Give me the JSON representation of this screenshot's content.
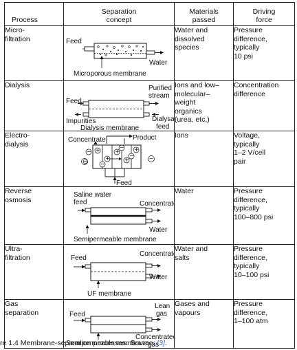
{
  "table": {
    "headers": {
      "process": "Process",
      "concept": "Separation\nconcept",
      "materials": "Materials\npassed",
      "force": "Driving\nforce"
    },
    "rows": [
      {
        "process": "Micro-\nfiltration",
        "materials": "Water and\ndissolved\nspecies",
        "force": "Pressure\ndifference,\ntypically\n10 psi",
        "labels": {
          "feed": "Feed",
          "water": "Water",
          "membrane": "Microporous membrane"
        }
      },
      {
        "process": "Dialysis",
        "materials": "Ions and low–\nmolecular–\nweight\norganics\n(urea, etc,)",
        "force": "Concentration\ndifference",
        "labels": {
          "feed": "Feed",
          "purified1": "Purified",
          "purified2": "stream",
          "impurities": "Impurities",
          "dialysate1": "Dialysate",
          "dialysate2": "feed",
          "membrane": "Dialysis membrane"
        }
      },
      {
        "process": "Electro-\ndialysis",
        "materials": "Ions",
        "force": "Voltage,\ntypically\n1–2 V/cell\npair",
        "labels": {
          "concentrate": "Concentrate",
          "product": "Product",
          "feed": "Feed"
        }
      },
      {
        "process": "Reverse\nosmosis",
        "materials": "Water",
        "force": "Pressure\ndifference,\ntypically\n100–800 psi",
        "labels": {
          "saline1": "Saline water",
          "saline2": "feed",
          "concentrate": "Concentrate",
          "water": "Water",
          "membrane": "Semipermeable membrane"
        }
      },
      {
        "process": "Ultra-\nfiltration",
        "materials": "Water and\nsalts",
        "force": "Pressure\ndifference,\ntypically\n10–100 psi",
        "labels": {
          "feed": "Feed",
          "concentrate": "Concentrate",
          "water": "Water",
          "membrane": "UF membrane"
        }
      },
      {
        "process": "Gas\nseparation",
        "materials": "Gases and\nvapours",
        "force": "Pressure\ndifference,\n1–100 atm",
        "labels": {
          "feed": "Feed",
          "lean1": "Lean",
          "lean2": "gas",
          "conc1": "Concentrated",
          "conc2": "gas",
          "membrane": "Semipermeable membrane"
        }
      }
    ]
  },
  "caption": {
    "prefix": "re 1.4  Membrane-separation processes.",
    "source_label": "Source:",
    "ref": "[3]",
    "suffix": "."
  }
}
